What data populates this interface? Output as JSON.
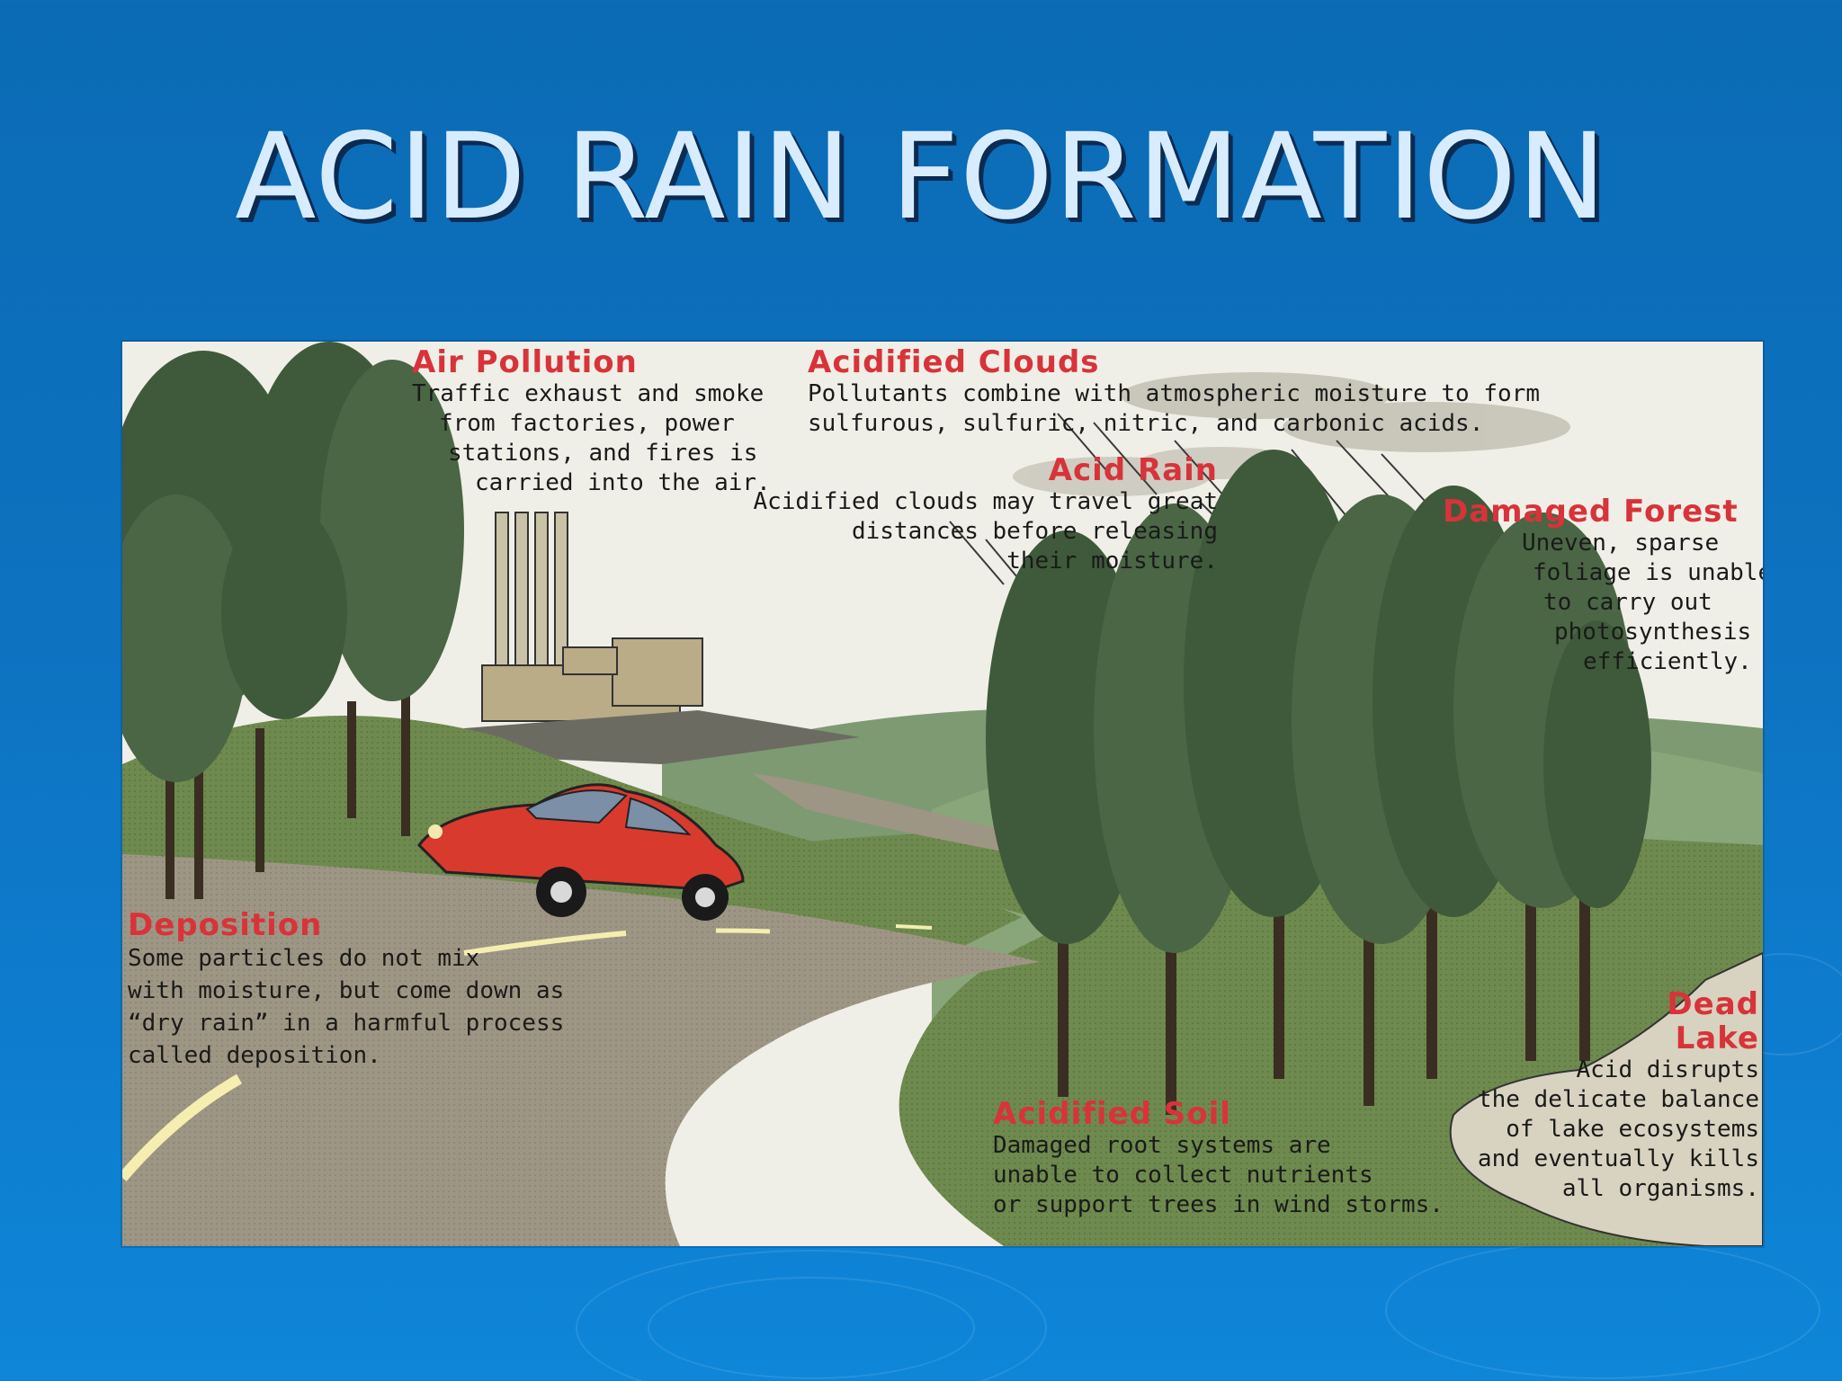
{
  "slide": {
    "title": "ACID RAIN FORMATION"
  },
  "diagram": {
    "air_pollution": {
      "heading": "Air Pollution",
      "lines": [
        "Traffic exhaust and smoke",
        "from factories, power",
        "stations, and fires is",
        "carried into the air."
      ]
    },
    "acidified_clouds": {
      "heading": "Acidified Clouds",
      "lines": [
        "Pollutants combine with atmospheric moisture to form",
        "sulfurous, sulfuric, nitric, and carbonic acids."
      ]
    },
    "acid_rain": {
      "heading": "Acid Rain",
      "lines": [
        "Acidified clouds may travel great",
        "distances before releasing",
        "their moisture."
      ]
    },
    "damaged_forest": {
      "heading": "Damaged Forest",
      "lines": [
        "Uneven, sparse",
        "foliage is unable",
        "to carry out",
        "photosynthesis",
        "efficiently."
      ]
    },
    "deposition": {
      "heading": "Deposition",
      "lines": [
        "Some particles do not mix",
        "with moisture, but come down as",
        "“dry rain” in a harmful process",
        "called deposition."
      ]
    },
    "acidified_soil": {
      "heading": "Acidified Soil",
      "lines": [
        "Damaged root systems are",
        "unable to collect nutrients",
        "or support trees in wind storms."
      ]
    },
    "dead_lake": {
      "heading_line1": "Dead",
      "heading_line2": "Lake",
      "lines": [
        "Acid disrupts",
        "the delicate balance",
        "of lake ecosystems",
        "and eventually kills",
        "all organisms."
      ]
    }
  },
  "colors": {
    "background": "#0d72c0",
    "title": "#d8ecff",
    "heading_red": "#d8333a",
    "grass": "#6f8a4e",
    "road": "#9e9684",
    "tree": "#3f5a3a",
    "car": "#d93a2e"
  }
}
